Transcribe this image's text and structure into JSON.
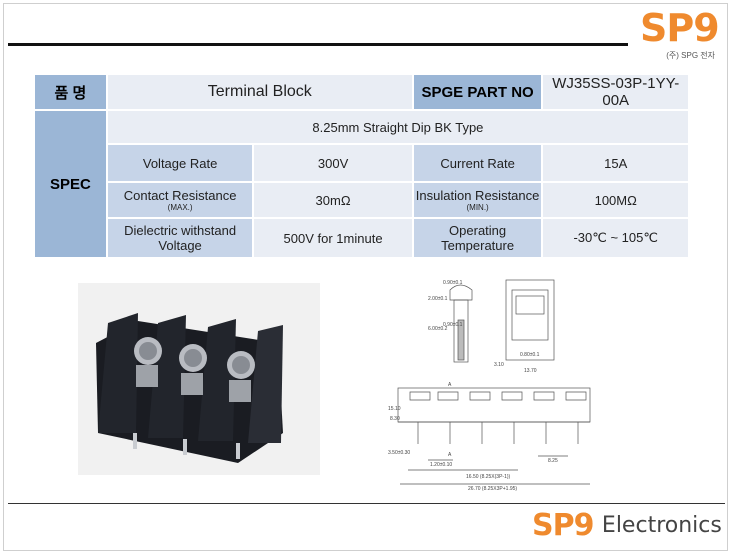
{
  "logo": {
    "brand": "SP9",
    "tag": "(주) SPG 전자",
    "footer_brand": "SP9",
    "footer_text": "Electronics",
    "accent": "#ef8a2e"
  },
  "table": {
    "name_label": "품  명",
    "name_value": "Terminal Block",
    "partno_label": "SPGE PART NO",
    "partno_value": "WJ35SS-03P-1YY-00A",
    "spec_label": "SPEC",
    "type_text": "8.25mm Straight Dip BK Type",
    "rows": [
      {
        "l1": "Voltage Rate",
        "l1_sub": "",
        "v1": "300V",
        "l2": "Current Rate",
        "l2_sub": "",
        "v2": "15A"
      },
      {
        "l1": "Contact Resistance",
        "l1_sub": "(MAX.)",
        "v1": "30mΩ",
        "l2": "Insulation Resistance",
        "l2_sub": "(MIN.)",
        "v2": "100MΩ"
      },
      {
        "l1": "Dielectric withstand Voltage",
        "l1_sub": "",
        "v1": "500V for 1minute",
        "l2": "Operating Temperature",
        "l2_sub": "",
        "v2": "-30℃ ~ 105℃"
      }
    ]
  },
  "drawing": {
    "dims": [
      "0.90±0.1",
      "2.00±0.1",
      "6.00±0.2",
      "0.90±0.1",
      "3.10",
      "13.70",
      "0.80±0.1",
      "15.10",
      "8.30",
      "3.50±0.30",
      "1.20±0.10",
      "8.25",
      "16.50 (8.25X(3P-1))",
      "26.70 (8.25X3P+1.95)",
      "A",
      "A"
    ]
  }
}
